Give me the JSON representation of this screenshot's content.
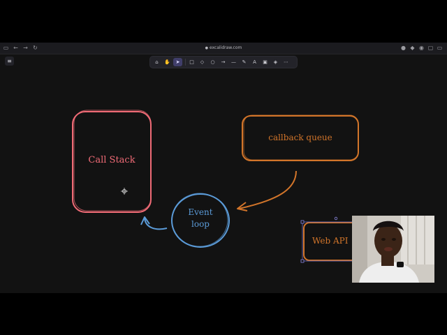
{
  "browser": {
    "url": "excalidraw.com",
    "nav_icons": [
      "sidebar-icon",
      "back-icon",
      "forward-icon",
      "reload-icon"
    ],
    "ext_icons": [
      "extension-icon",
      "profile-icon",
      "rss-icon",
      "tab-icon",
      "bookmark-icon",
      "sidebar-right-icon"
    ]
  },
  "toolbar": {
    "tools": [
      {
        "name": "lock-icon",
        "glyph": "⌂"
      },
      {
        "name": "hand-icon",
        "glyph": "✋"
      },
      {
        "name": "selection-icon",
        "glyph": "➤",
        "active": true
      },
      {
        "name": "rectangle-icon",
        "glyph": "□"
      },
      {
        "name": "diamond-icon",
        "glyph": "◇"
      },
      {
        "name": "ellipse-icon",
        "glyph": "○"
      },
      {
        "name": "arrow-icon",
        "glyph": "→"
      },
      {
        "name": "line-icon",
        "glyph": "—"
      },
      {
        "name": "pencil-icon",
        "glyph": "✎"
      },
      {
        "name": "text-icon",
        "glyph": "A"
      },
      {
        "name": "image-icon",
        "glyph": "▣"
      },
      {
        "name": "eraser-icon",
        "glyph": "◈"
      },
      {
        "name": "more-tools-icon",
        "glyph": "⋯"
      }
    ]
  },
  "canvas": {
    "call_stack": {
      "label": "Call Stack",
      "color": "#f06b76"
    },
    "callback_queue": {
      "label": "callback queue",
      "color": "#d2752a"
    },
    "event_loop": {
      "label_line1": "Event",
      "label_line2": "loop",
      "color": "#5b9bd8"
    },
    "web_api": {
      "label": "Web API",
      "color": "#d2752a"
    }
  },
  "colors": {
    "canvas_bg": "#121212",
    "toolbar_bg": "#232329",
    "active_tool": "#403e6a"
  }
}
